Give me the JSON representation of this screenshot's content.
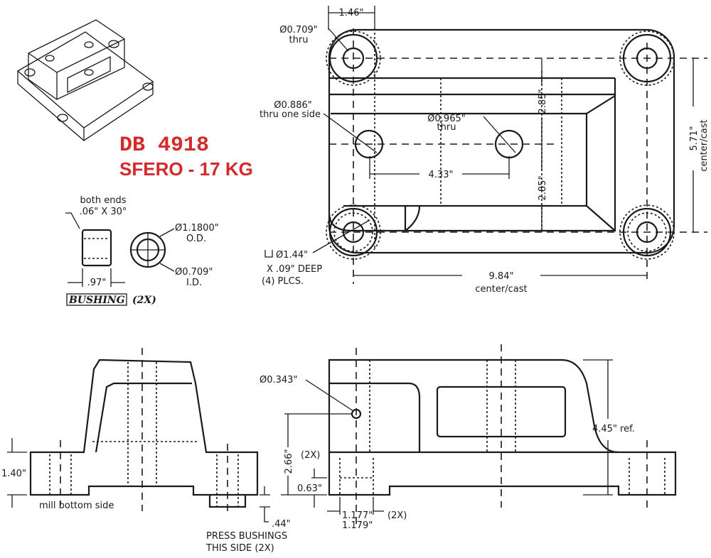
{
  "title": {
    "part_number": "DB 4918",
    "material_weight": "SFERO - 17 KG"
  },
  "top_view": {
    "dim_boss_width": "1.46\"",
    "corner_hole": "Ø0.709\"",
    "corner_hole_note": "thru",
    "left_hole": "Ø0.886\"",
    "left_hole_note": "thru one side",
    "center_hole": "Ø0.965\"",
    "center_hole_note": "thru",
    "dim_hole_spacing": "4.33\"",
    "dim_half_upper": "2.85\"",
    "dim_half_lower": "2.85\"",
    "dim_height": "5.71\"",
    "dim_height_note": "center/cast",
    "dim_width": "9.84\"",
    "dim_width_note": "center/cast",
    "spotface": "Ø1.44\"",
    "spotface_depth": "X .09\" DEEP",
    "spotface_count": "(4) PLCS."
  },
  "bushing": {
    "chamfer_note": "both ends",
    "chamfer": ".06\" X 30°",
    "od": "Ø1.1800\"",
    "od_label": "O.D.",
    "id": "Ø0.709\"",
    "id_label": "I.D.",
    "length": ".97\"",
    "title": "BUSHING",
    "qty": "(2X)"
  },
  "front_view": {
    "dim_base": "1.40\"",
    "mill_note": "mill bottom side",
    "dim_bushing": ".44\"",
    "press_note_1": "PRESS BUSHINGS",
    "press_note_2": "THIS SIDE (2X)"
  },
  "side_view": {
    "small_hole": "Ø0.343\"",
    "dim_hole_height": "2.66\"",
    "qty_1": "(2X)",
    "dim_counterbore": "0.63\"",
    "bore_max": "1.177\"",
    "bore_min": "1.179\"",
    "qty_2": "(2X)",
    "dim_total": "4.45\" ref."
  }
}
